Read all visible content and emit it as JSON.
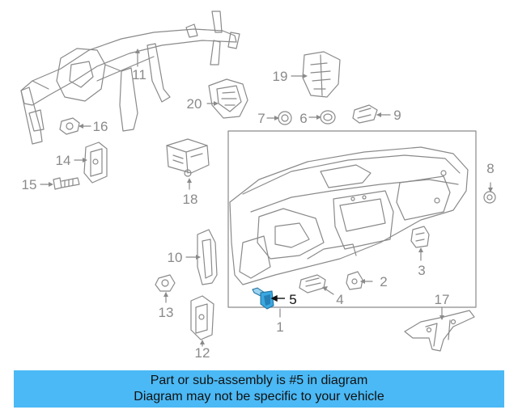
{
  "callouts": [
    {
      "id": "1",
      "label": "1"
    },
    {
      "id": "2",
      "label": "2"
    },
    {
      "id": "3",
      "label": "3"
    },
    {
      "id": "4",
      "label": "4"
    },
    {
      "id": "5",
      "label": "5",
      "highlighted": true
    },
    {
      "id": "6",
      "label": "6"
    },
    {
      "id": "7",
      "label": "7"
    },
    {
      "id": "8",
      "label": "8"
    },
    {
      "id": "9",
      "label": "9"
    },
    {
      "id": "10",
      "label": "10"
    },
    {
      "id": "11",
      "label": "11"
    },
    {
      "id": "12",
      "label": "12"
    },
    {
      "id": "13",
      "label": "13"
    },
    {
      "id": "14",
      "label": "14"
    },
    {
      "id": "15",
      "label": "15"
    },
    {
      "id": "16",
      "label": "16"
    },
    {
      "id": "17",
      "label": "17"
    },
    {
      "id": "18",
      "label": "18"
    },
    {
      "id": "19",
      "label": "19"
    },
    {
      "id": "20",
      "label": "20"
    }
  ],
  "banner": {
    "line1": "Part or sub-assembly is #5 in diagram",
    "line2": "Diagram may not be specific to your vehicle"
  },
  "colors": {
    "line_art": "#8a8a8a",
    "highlight_part": "#3aa7e0",
    "banner_bg": "#4bb9f5"
  }
}
